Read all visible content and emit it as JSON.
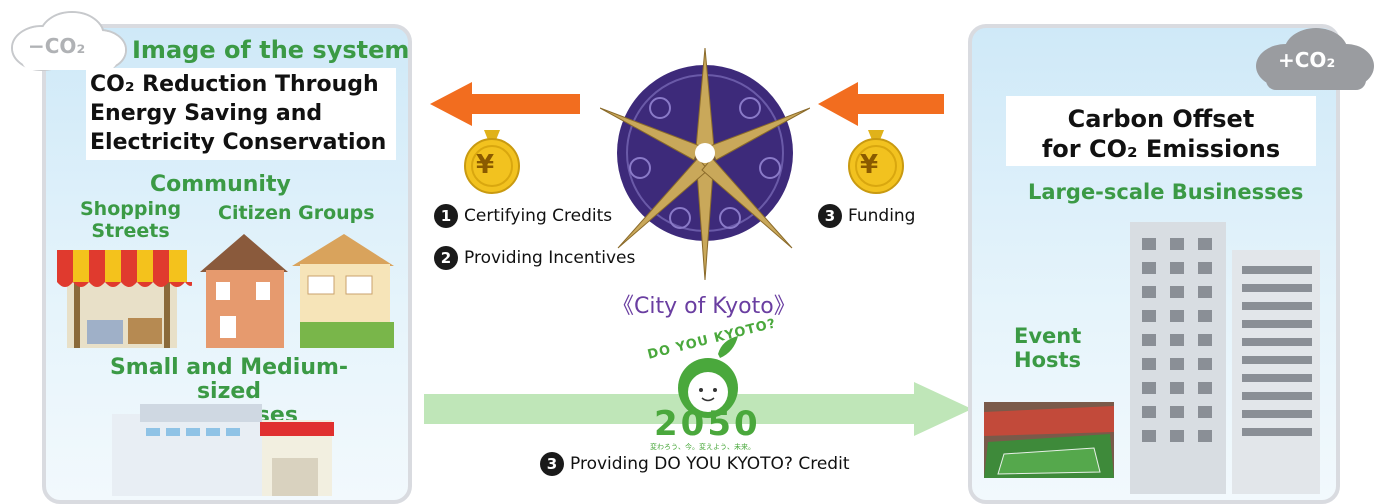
{
  "left_panel": {
    "cloud_label": "−CO₂",
    "title": "Image of the system",
    "subtitle_lines": [
      "CO₂ Reduction Through",
      "Energy Saving and",
      "Electricity Conservation"
    ],
    "community_label": "Community",
    "shopping_lines": [
      "Shopping",
      "Streets"
    ],
    "citizen_groups": "Citizen Groups",
    "smb_lines": [
      "Small and Medium-sized",
      "Businesses"
    ]
  },
  "center": {
    "step1": {
      "num": "1",
      "label": "Certifying Credits"
    },
    "step2": {
      "num": "2",
      "label": "Providing Incentives"
    },
    "city": "《City of Kyoto》",
    "step3_right": {
      "num": "3",
      "label": "Funding"
    },
    "step3_bottom": {
      "num": "3",
      "label": "Providing DO YOU KYOTO? Credit"
    },
    "coin_symbol": "¥",
    "logo_arc": "DO YOU KYOTO?",
    "logo_year": "2050",
    "logo_small": "変わろう、今。変えよう、未来。"
  },
  "right_panel": {
    "cloud_label": "+CO₂",
    "title_lines": [
      "Carbon Offset",
      "for CO₂ Emissions"
    ],
    "large_business": "Large-scale Businesses",
    "event_hosts_lines": [
      "Event",
      "Hosts"
    ]
  },
  "colors": {
    "orange_arrow": "#f26d1f",
    "green_arrow": "#bfe6b8",
    "purple": "#6a3ea1",
    "gold": "#c9a85a",
    "green_text": "#3b9a45"
  }
}
